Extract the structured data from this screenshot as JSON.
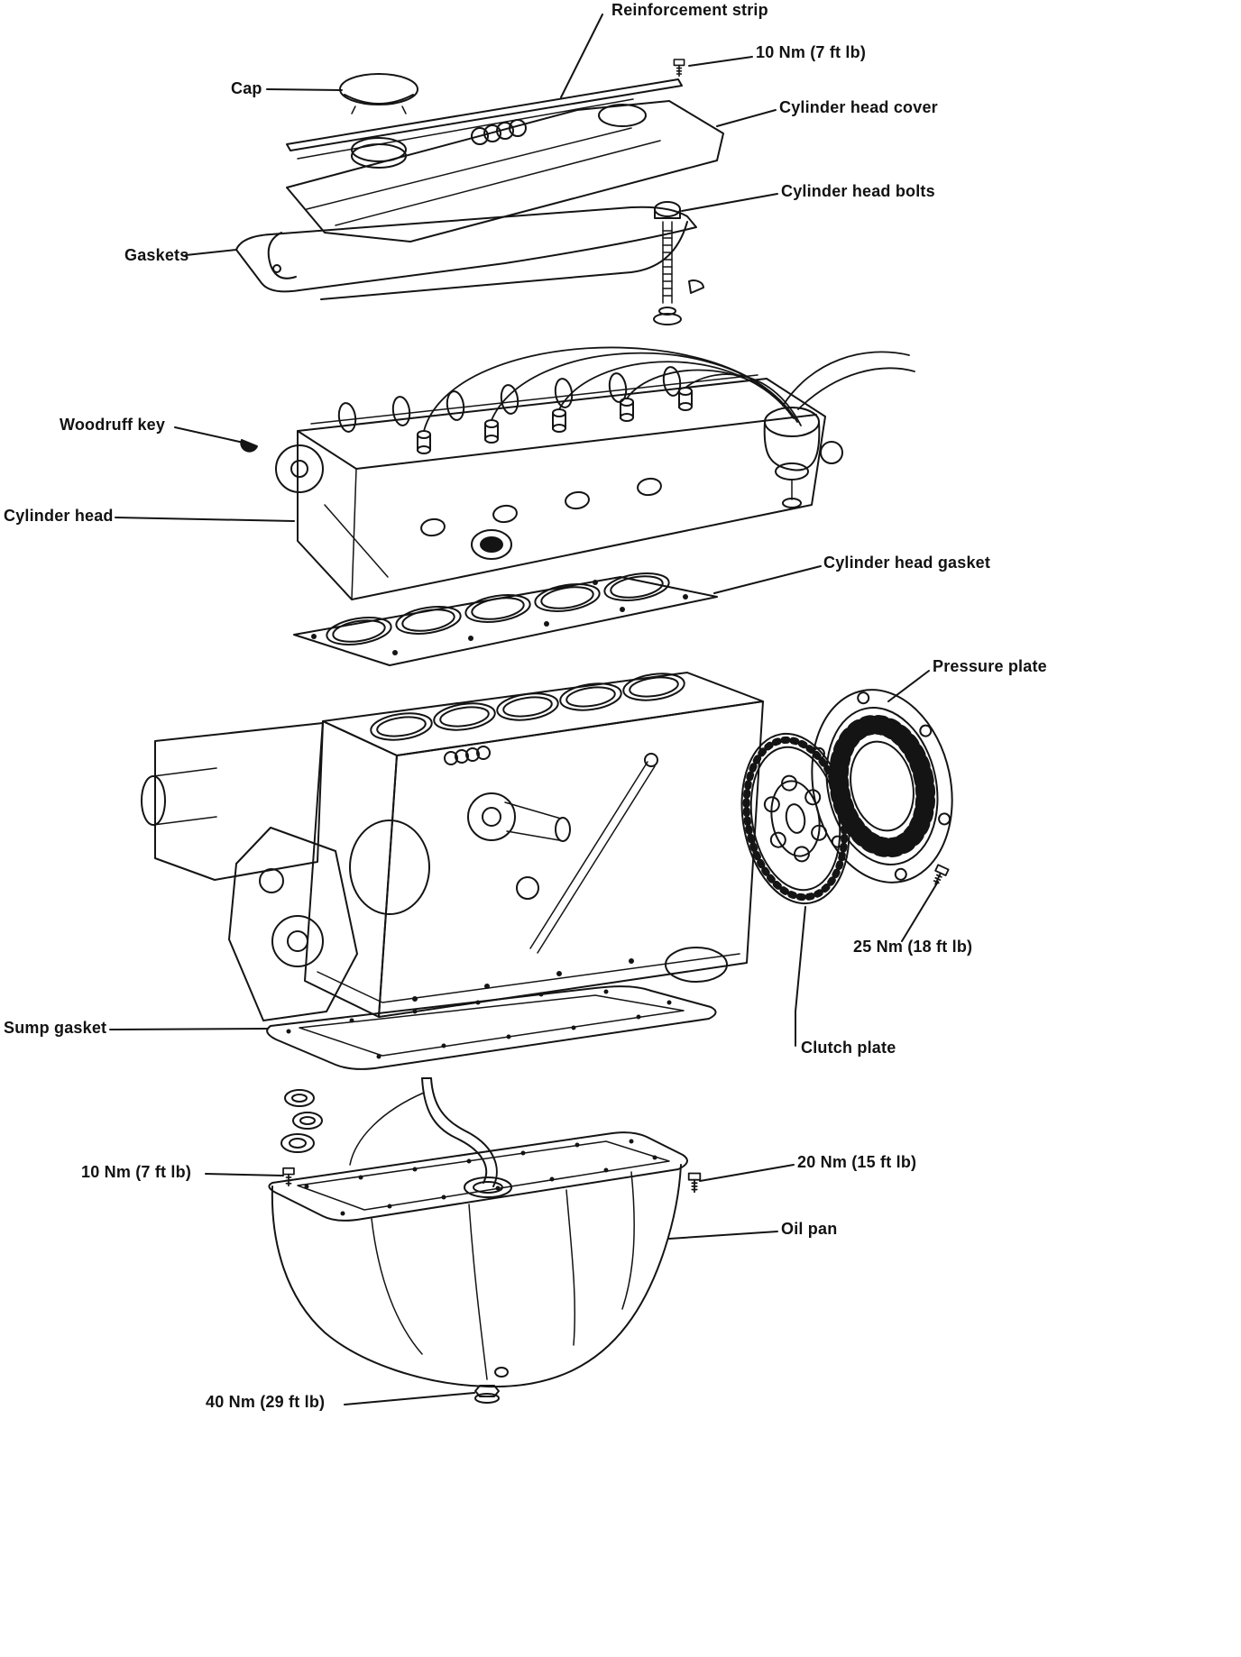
{
  "diagram": {
    "ink_color": "#141414",
    "background_color": "#ffffff",
    "labels": {
      "reinforcement_strip": "Reinforcement strip",
      "torque_valve_cover_nut": "10 Nm (7 ft lb)",
      "cap": "Cap",
      "cylinder_head_cover": "Cylinder head cover",
      "cylinder_head_bolts": "Cylinder head bolts",
      "gaskets": "Gaskets",
      "woodruff_key": "Woodruff key",
      "cylinder_head": "Cylinder head",
      "cylinder_head_gasket": "Cylinder head gasket",
      "pressure_plate": "Pressure plate",
      "torque_pressure_plate": "25 Nm (18 ft lb)",
      "sump_gasket": "Sump gasket",
      "clutch_plate": "Clutch plate",
      "torque_sump_bolt": "10 Nm (7 ft lb)",
      "torque_oil_pan_bolt": "20 Nm (15 ft lb)",
      "oil_pan": "Oil pan",
      "torque_drain_plug": "40 Nm (29 ft lb)"
    }
  }
}
